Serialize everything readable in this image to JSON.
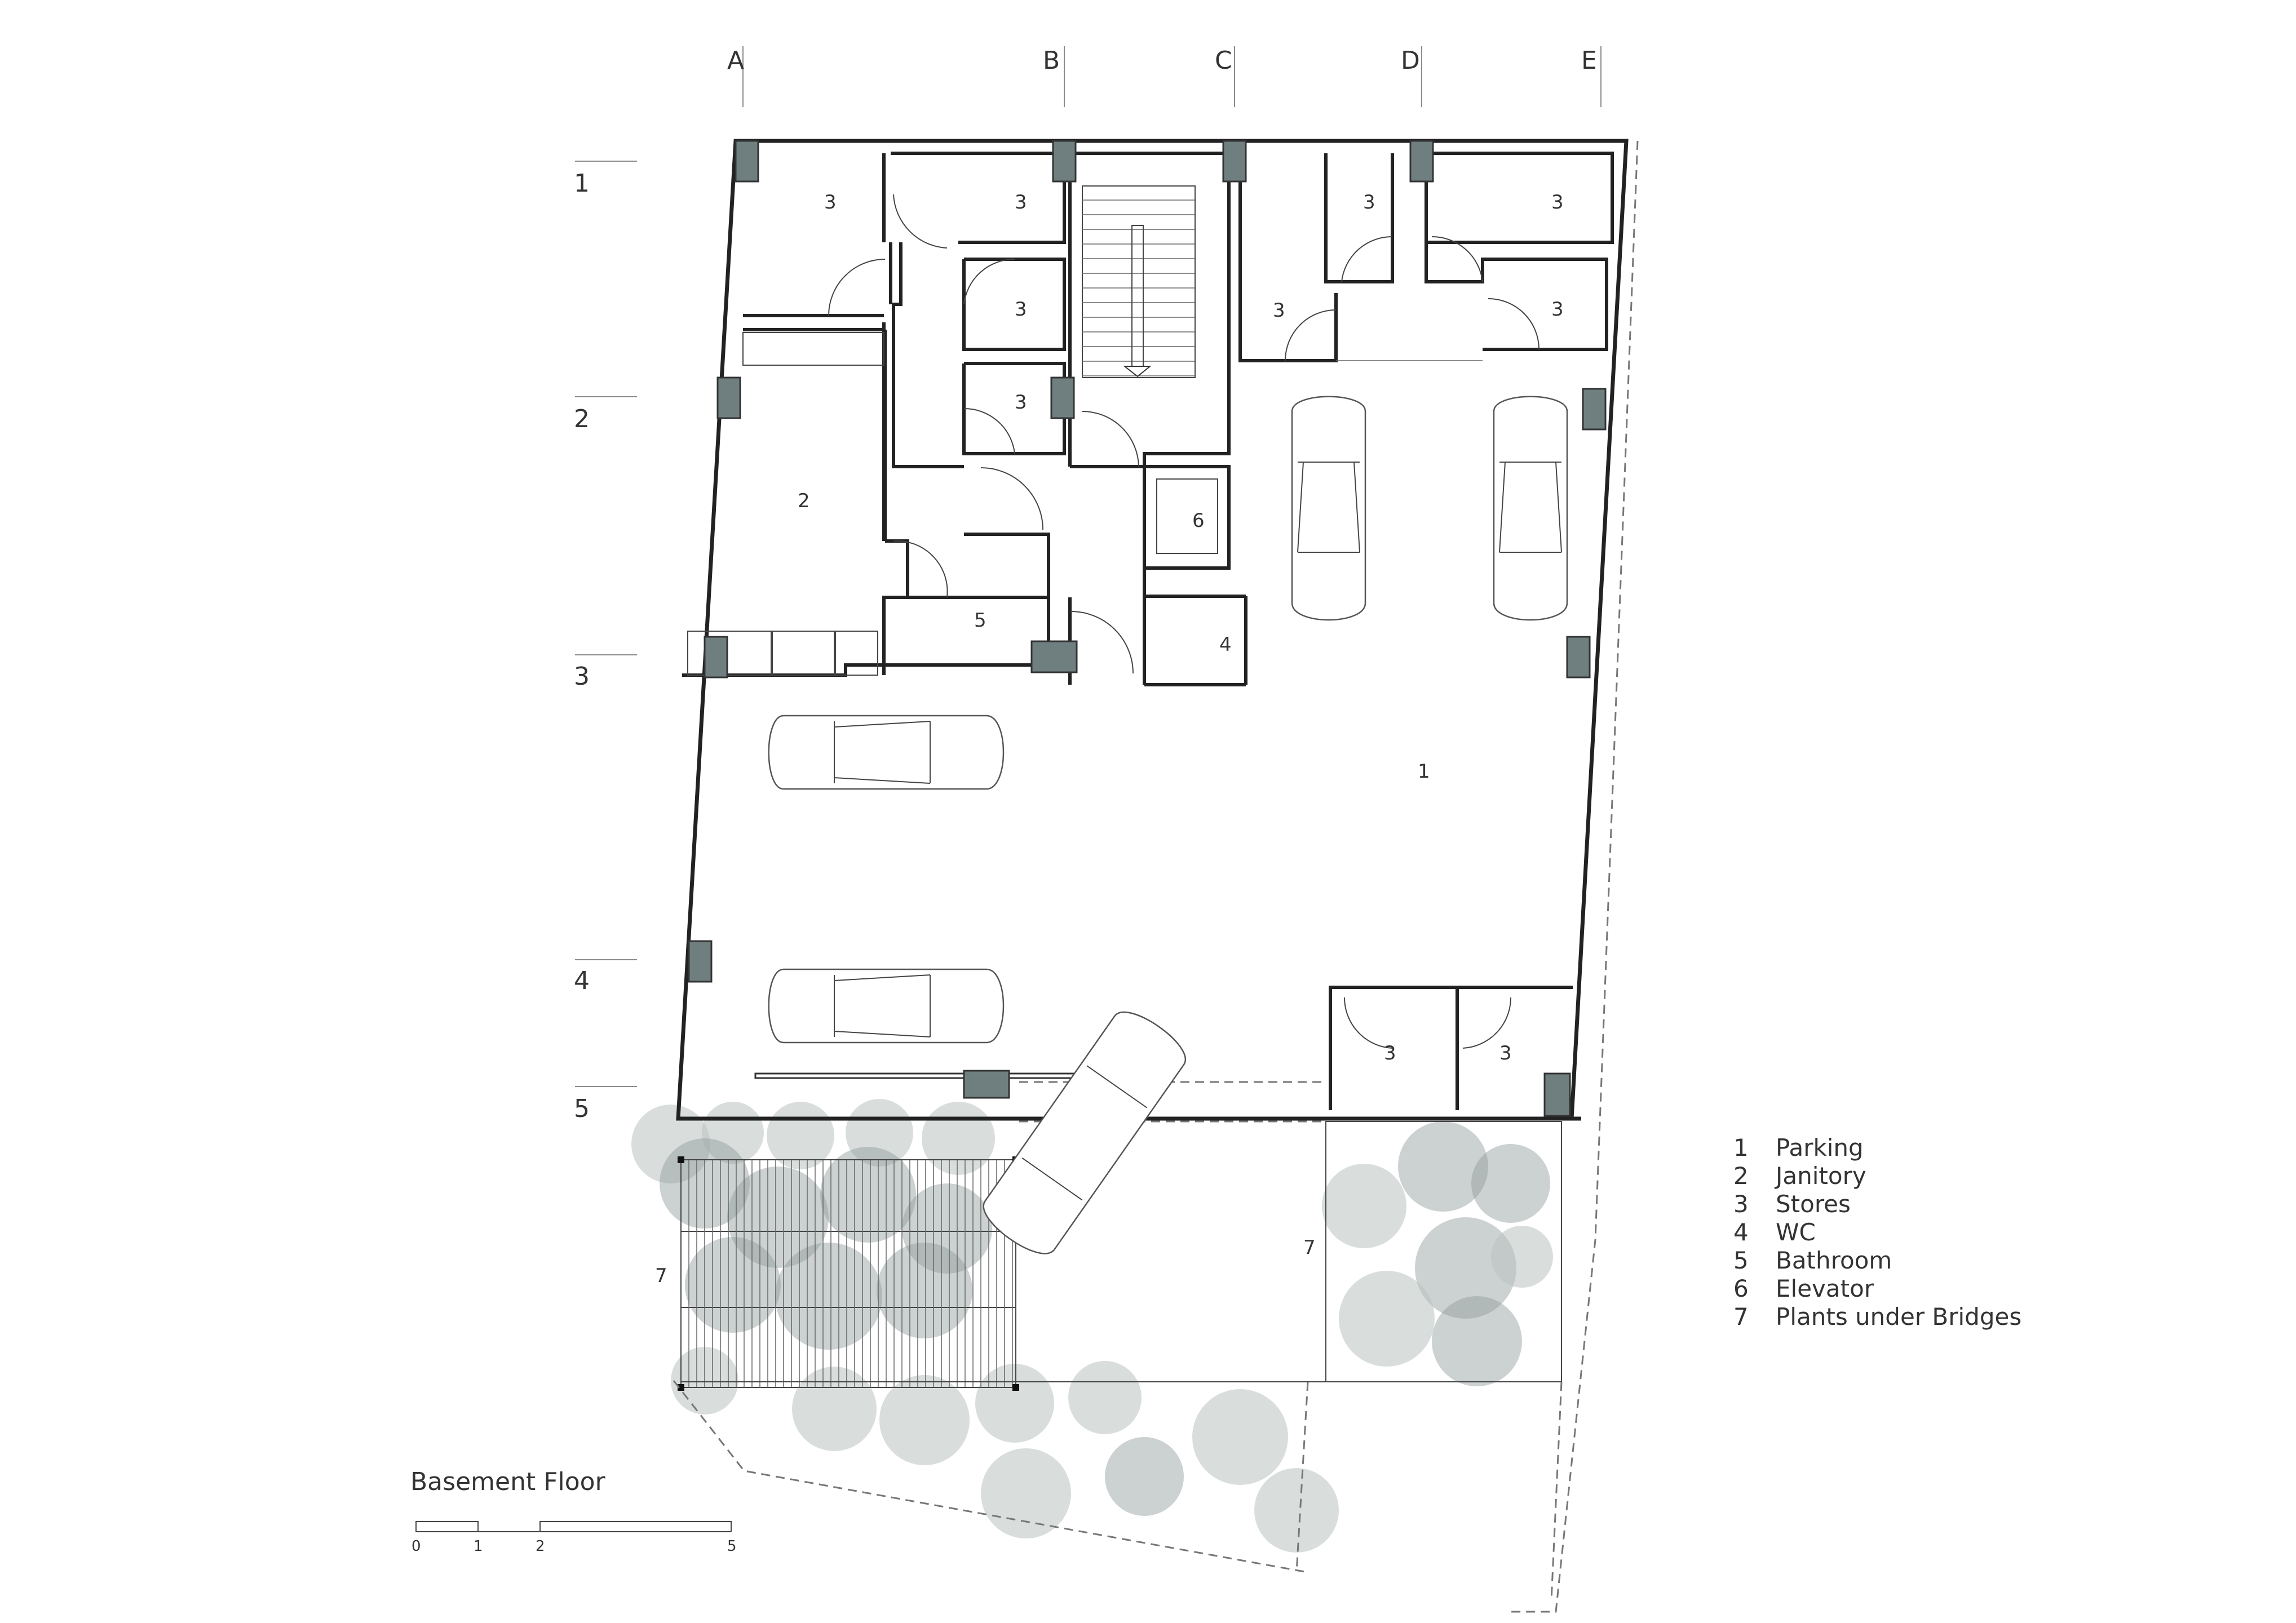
{
  "title": "Basement Floor",
  "grid_columns": [
    "A",
    "B",
    "C",
    "D",
    "E"
  ],
  "grid_rows": [
    "1",
    "2",
    "3",
    "4",
    "5"
  ],
  "room_labels": {
    "parking": "1",
    "janitory": "2",
    "stores": "3",
    "wc": "4",
    "bathroom": "5",
    "elevator": "6",
    "plants": "7"
  },
  "legend": [
    {
      "num": "1",
      "text": "Parking"
    },
    {
      "num": "2",
      "text": "Janitory"
    },
    {
      "num": "3",
      "text": "Stores"
    },
    {
      "num": "4",
      "text": "WC"
    },
    {
      "num": "5",
      "text": "Bathroom"
    },
    {
      "num": "6",
      "text": "Elevator"
    },
    {
      "num": "7",
      "text": "Plants under Bridges"
    }
  ],
  "scale_bar": [
    "0",
    "1",
    "2",
    "5"
  ],
  "colors": {
    "column": "#6f7f80",
    "wall": "#222222",
    "vegetation": "#b9c2c1"
  }
}
